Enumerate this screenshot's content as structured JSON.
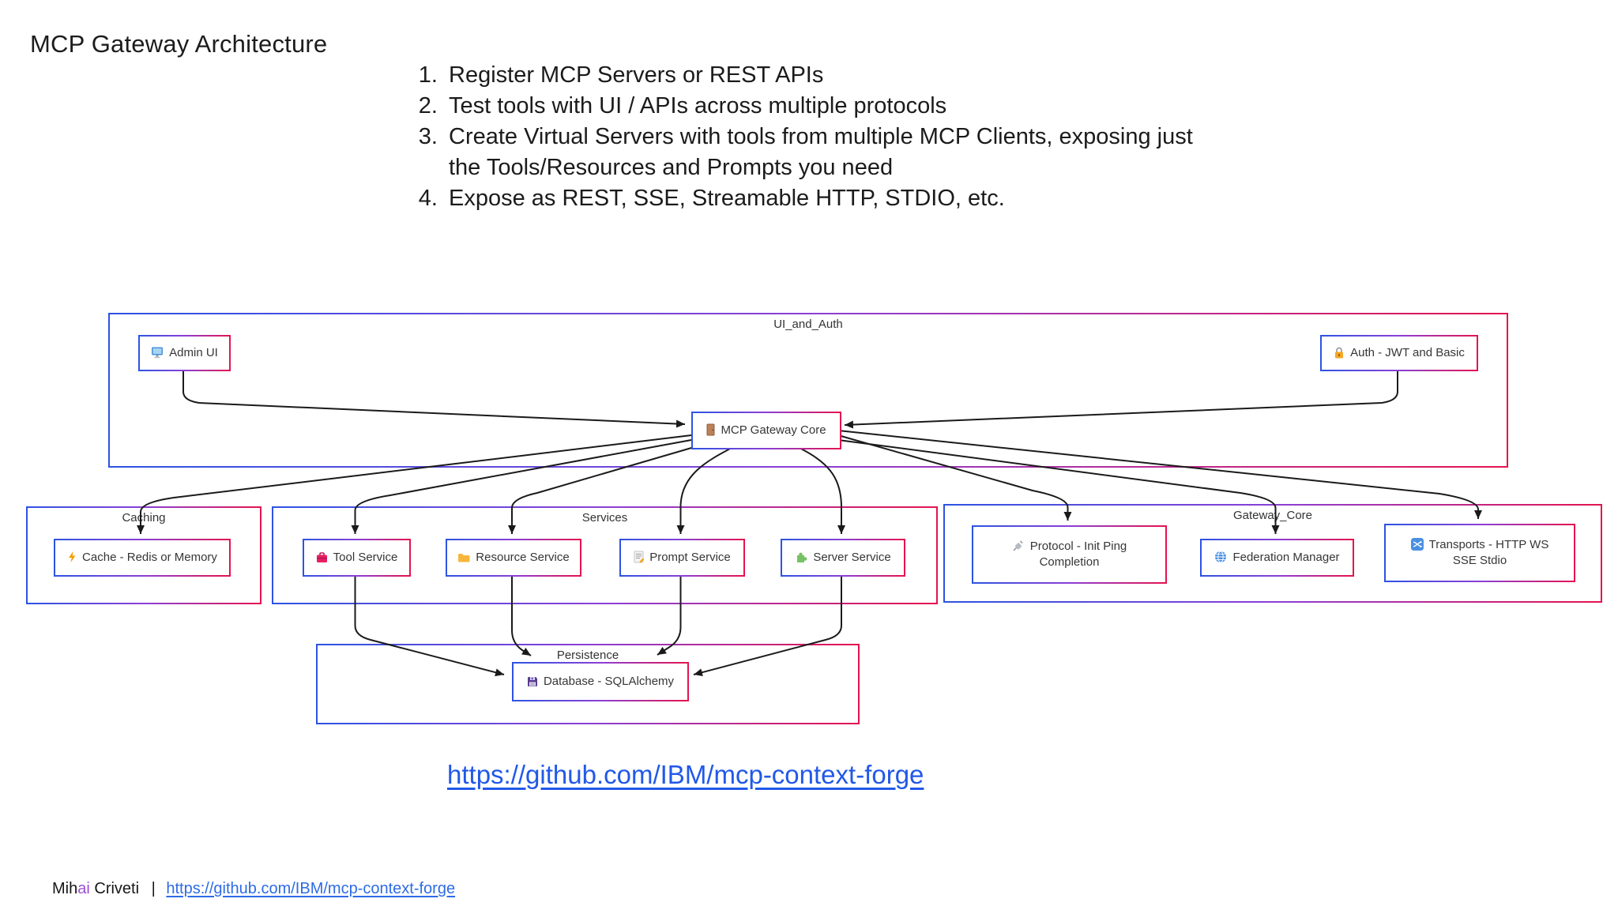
{
  "slide": {
    "title": "MCP Gateway Architecture",
    "bullets": [
      "Register MCP Servers or REST APIs",
      "Test tools with UI / APIs across multiple protocols",
      "Create Virtual Servers with tools from multiple MCP Clients, exposing just the Tools/Resources and Prompts you need",
      "Expose as REST, SSE, Streamable HTTP, STDIO, etc."
    ],
    "main_link": "https://github.com/IBM/mcp-context-forge",
    "footer": {
      "author_prefix": "Mih",
      "author_accent": "ai",
      "author_suffix": " Criveti",
      "separator": "|",
      "link": "https://github.com/IBM/mcp-context-forge"
    }
  },
  "diagram": {
    "clusters": [
      {
        "id": "ui_and_auth",
        "label": "UI_and_Auth"
      },
      {
        "id": "caching",
        "label": "Caching"
      },
      {
        "id": "services",
        "label": "Services"
      },
      {
        "id": "gateway_core",
        "label": "Gateway_Core"
      },
      {
        "id": "persistence",
        "label": "Persistence"
      }
    ],
    "nodes": [
      {
        "id": "admin_ui",
        "label": "Admin UI",
        "icon": "desktop-computer"
      },
      {
        "id": "auth",
        "label": "Auth - JWT and Basic",
        "icon": "lock"
      },
      {
        "id": "core",
        "label": "MCP Gateway Core",
        "icon": "door"
      },
      {
        "id": "cache",
        "label": "Cache - Redis or Memory",
        "icon": "lightning-bolt"
      },
      {
        "id": "tool",
        "label": "Tool Service",
        "icon": "toolbox"
      },
      {
        "id": "resource",
        "label": "Resource Service",
        "icon": "folder"
      },
      {
        "id": "prompt",
        "label": "Prompt Service",
        "icon": "memo"
      },
      {
        "id": "server",
        "label": "Server Service",
        "icon": "puzzle-piece"
      },
      {
        "id": "protocol",
        "label": "Protocol - Init Ping Completion",
        "icon": "satellite"
      },
      {
        "id": "federation",
        "label": "Federation Manager",
        "icon": "globe"
      },
      {
        "id": "transports",
        "label": "Transports - HTTP WS SSE Stdio",
        "icon": "shuffle"
      },
      {
        "id": "database",
        "label": "Database - SQLAlchemy",
        "icon": "floppy-disk"
      }
    ],
    "edges": [
      {
        "from": "admin_ui",
        "to": "core"
      },
      {
        "from": "auth",
        "to": "core"
      },
      {
        "from": "core",
        "to": "cache"
      },
      {
        "from": "core",
        "to": "tool"
      },
      {
        "from": "core",
        "to": "resource"
      },
      {
        "from": "core",
        "to": "prompt"
      },
      {
        "from": "core",
        "to": "server"
      },
      {
        "from": "core",
        "to": "protocol"
      },
      {
        "from": "core",
        "to": "federation"
      },
      {
        "from": "core",
        "to": "transports"
      },
      {
        "from": "tool",
        "to": "database"
      },
      {
        "from": "resource",
        "to": "database"
      },
      {
        "from": "prompt",
        "to": "database"
      },
      {
        "from": "server",
        "to": "database"
      }
    ]
  },
  "colors": {
    "border_gradient_left": "#2d53e2",
    "border_gradient_mid": "#8b3fd6",
    "border_gradient_right": "#e5134f",
    "arrow": "#1a1a1a",
    "link_blue": "#2158e8",
    "footer_link_blue": "#2e6be6",
    "author_accent_purple": "#9b4fd6",
    "background": "#ffffff"
  }
}
